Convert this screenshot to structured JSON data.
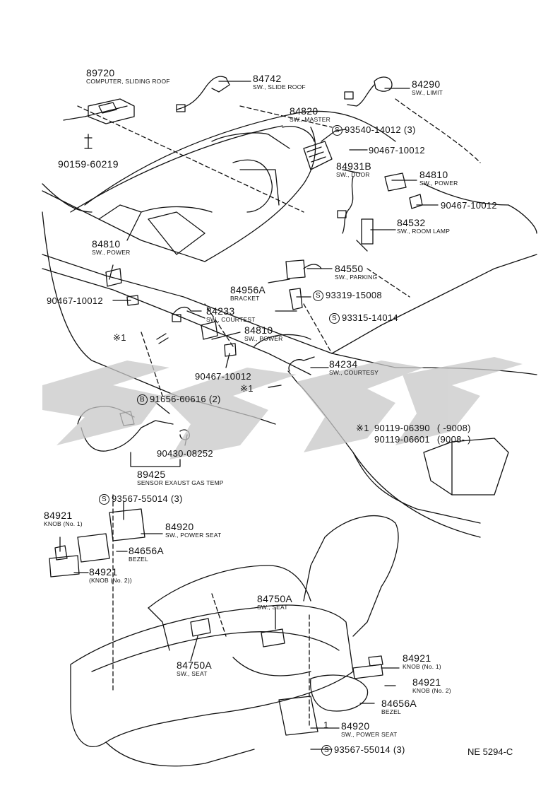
{
  "parts": {
    "p89720": {
      "num": "89720",
      "desc": "COMPUTER, SLIDING ROOF"
    },
    "p84742": {
      "num": "84742",
      "desc": "SW., SLIDE ROOF"
    },
    "p84290": {
      "num": "84290",
      "desc": "SW., LIMIT"
    },
    "p84820": {
      "num": "84820",
      "desc": "SW., MASTER"
    },
    "p93540": {
      "mark": "S",
      "num": "93540-14012 (3)"
    },
    "p90467a": {
      "num": "90467-10012"
    },
    "p84931b": {
      "num": "84931B",
      "desc": "SW., DOOR"
    },
    "p84810a": {
      "num": "84810",
      "desc": "SW., POWER"
    },
    "p90467b": {
      "num": "90467-10012"
    },
    "p90159": {
      "num": "90159-60219"
    },
    "p84532": {
      "num": "84532",
      "desc": "SW., ROOM LAMP"
    },
    "p84810b": {
      "num": "84810",
      "desc": "SW., POWER"
    },
    "p84550": {
      "num": "84550",
      "desc": "SW., PARKING"
    },
    "p84956a": {
      "num": "84956A",
      "desc": "BRACKET"
    },
    "p93319": {
      "mark": "S",
      "num": "93319-15008"
    },
    "p90467c": {
      "num": "90467-10012"
    },
    "p84233": {
      "num": "84233",
      "desc": "SW., COURTEST"
    },
    "p93315": {
      "mark": "S",
      "num": "93315-14014"
    },
    "p84810c": {
      "num": "84810",
      "desc": "SW., POWER"
    },
    "p90467d": {
      "num": "90467-10012"
    },
    "p84234": {
      "num": "84234",
      "desc": "SW., COURTESY"
    },
    "p91656": {
      "mark": "B",
      "num": "91656-60616 (2)"
    },
    "p90119a": {
      "num": "90119-06390",
      "range": "(      -9008)"
    },
    "p90119b": {
      "num": "90119-06601",
      "range": "(9008-      )"
    },
    "p90430": {
      "num": "90430-08252"
    },
    "p89425": {
      "num": "89425",
      "desc": "SENSOR EXAUST GAS TEMP"
    },
    "p93567a": {
      "mark": "S",
      "num": "93567-55014 (3)"
    },
    "p84921a": {
      "num": "84921",
      "desc": "KNOB (No. 1)"
    },
    "p84920a": {
      "num": "84920",
      "desc": "SW., POWER SEAT"
    },
    "p84656a": {
      "num": "84656A",
      "desc": "BEZEL"
    },
    "p84921b": {
      "num": "84921",
      "desc": "(KNOB (No. 2))"
    },
    "p84750a1": {
      "num": "84750A",
      "desc": "SW., SEAT"
    },
    "p84750a2": {
      "num": "84750A",
      "desc": "SW., SEAT"
    },
    "p84921c": {
      "num": "84921",
      "desc": "KNOB (No. 1)"
    },
    "p84921d": {
      "num": "84921",
      "desc": "KNOB (No. 2)"
    },
    "p84656b": {
      "num": "84656A",
      "desc": "BEZEL"
    },
    "p84920b": {
      "num": "84920",
      "desc": "SW., POWER SEAT"
    },
    "p93567b": {
      "mark": "S",
      "num": "93567-55014 (3)"
    }
  },
  "markers": {
    "m1a": "※1",
    "m1b": "※1",
    "m1c": "※1",
    "seat1": "1"
  },
  "reference": "NE 5294-C"
}
